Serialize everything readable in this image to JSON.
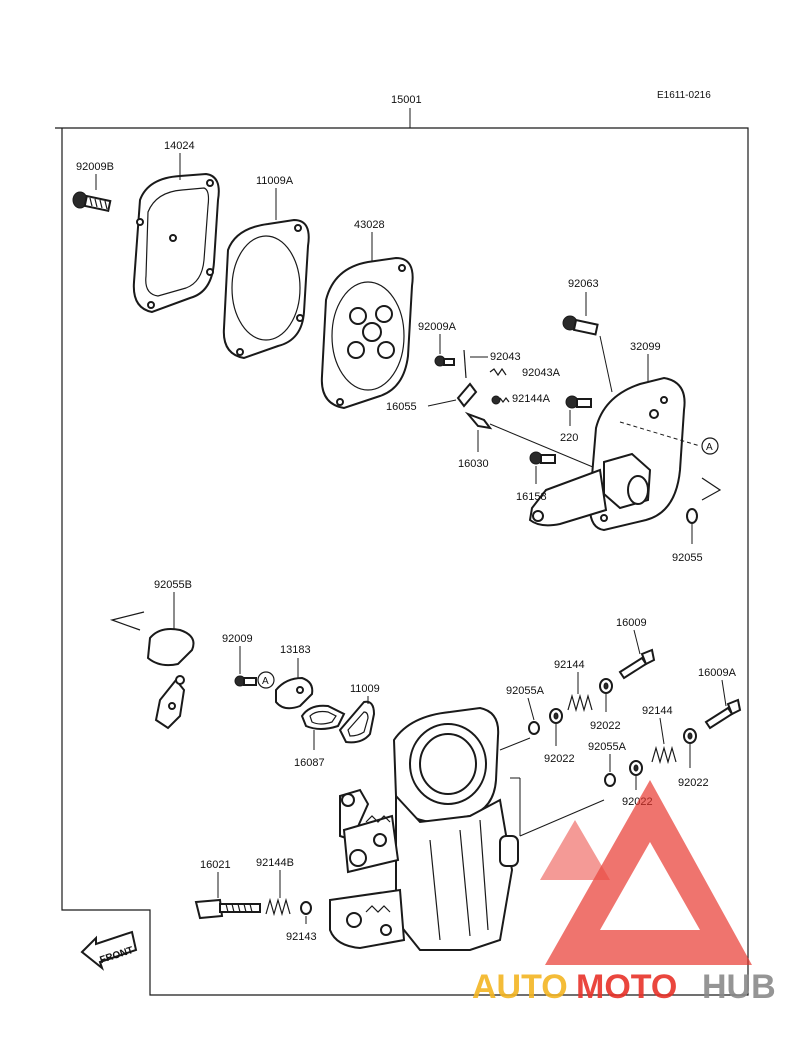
{
  "drawing": {
    "ref_code": "E1611-0216",
    "front_label": "FRONT",
    "circle_marker": "A",
    "brand_colors": {
      "accent": "#e8332a",
      "gold": "#f3b523",
      "gray": "#8a8a8a"
    }
  },
  "watermark": {
    "word1": "AUTO",
    "word2": "MOTO",
    "word3": "HUB"
  },
  "parts": {
    "p15001": "15001",
    "p14024": "14024",
    "p92009B": "92009B",
    "p11009A": "11009A",
    "p43028": "43028",
    "p92009A": "92009A",
    "p92043": "92043",
    "p92043A": "92043A",
    "p16055": "16055",
    "p92144A": "92144A",
    "p16030": "16030",
    "p92063": "92063",
    "p32099": "32099",
    "p220": "220",
    "p16158": "16158",
    "p92055": "92055",
    "p92055B": "92055B",
    "p92009": "92009",
    "p13183": "13183",
    "p11009": "11009",
    "p16087": "16087",
    "p16009": "16009",
    "p92144": "92144",
    "p92055A_1": "92055A",
    "p92022_1": "92022",
    "p92022_2": "92022",
    "p16009A": "16009A",
    "p92144_2": "92144",
    "p92055A_2": "92055A",
    "p92022_3": "92022",
    "p92022_4": "92022",
    "p16021": "16021",
    "p92144B": "92144B",
    "p92143": "92143"
  }
}
